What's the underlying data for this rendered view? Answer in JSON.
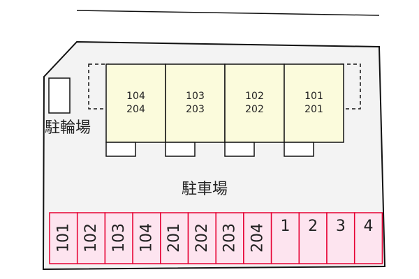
{
  "labels": {
    "bicycle_parking": "駐輪場",
    "parking_lot": "駐車場"
  },
  "units": [
    {
      "upper": "104",
      "lower": "204"
    },
    {
      "upper": "103",
      "lower": "203"
    },
    {
      "upper": "102",
      "lower": "202"
    },
    {
      "upper": "101",
      "lower": "201"
    }
  ],
  "parking_spaces": [
    "101",
    "102",
    "103",
    "104",
    "201",
    "202",
    "203",
    "204",
    "1",
    "2",
    "3",
    "4"
  ],
  "colors": {
    "building_fill": "#fbfbdc",
    "lot_fill": "#f3f3f3",
    "space_fill": "#fde4ef",
    "space_stroke": "#e60033",
    "line": "#111111"
  }
}
